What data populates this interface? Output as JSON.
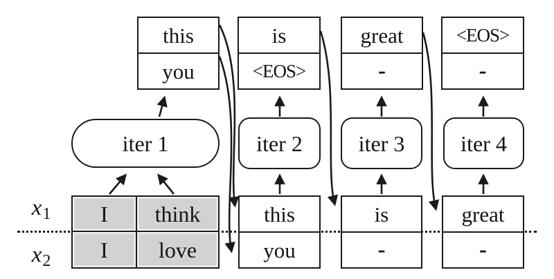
{
  "diagram": {
    "title_hint": "iterative decoding diagram",
    "row_labels": {
      "r1": {
        "var": "x",
        "sub": "1"
      },
      "r2": {
        "var": "x",
        "sub": "2"
      }
    },
    "iters": {
      "i1": "iter 1",
      "i2": "iter 2",
      "i3": "iter 3",
      "i4": "iter 4"
    },
    "outputs": {
      "c1": {
        "top": "this",
        "bottom": "you"
      },
      "c2": {
        "top": "is",
        "bottom": "<EOS>"
      },
      "c3": {
        "top": "great",
        "bottom": "-"
      },
      "c4": {
        "top": "<EOS>",
        "bottom": "-"
      }
    },
    "inputs": {
      "initial": {
        "r1c1": "I",
        "r1c2": "think",
        "r2c1": "I",
        "r2c2": "love"
      },
      "c2": {
        "top": "this",
        "bottom": "you"
      },
      "c3": {
        "top": "is",
        "bottom": "-"
      },
      "c4": {
        "top": "great",
        "bottom": "-"
      }
    },
    "colors": {
      "stroke": "#1a1a1a",
      "input_cell_fill": "#d2d2d2",
      "background": "#ffffff"
    }
  }
}
